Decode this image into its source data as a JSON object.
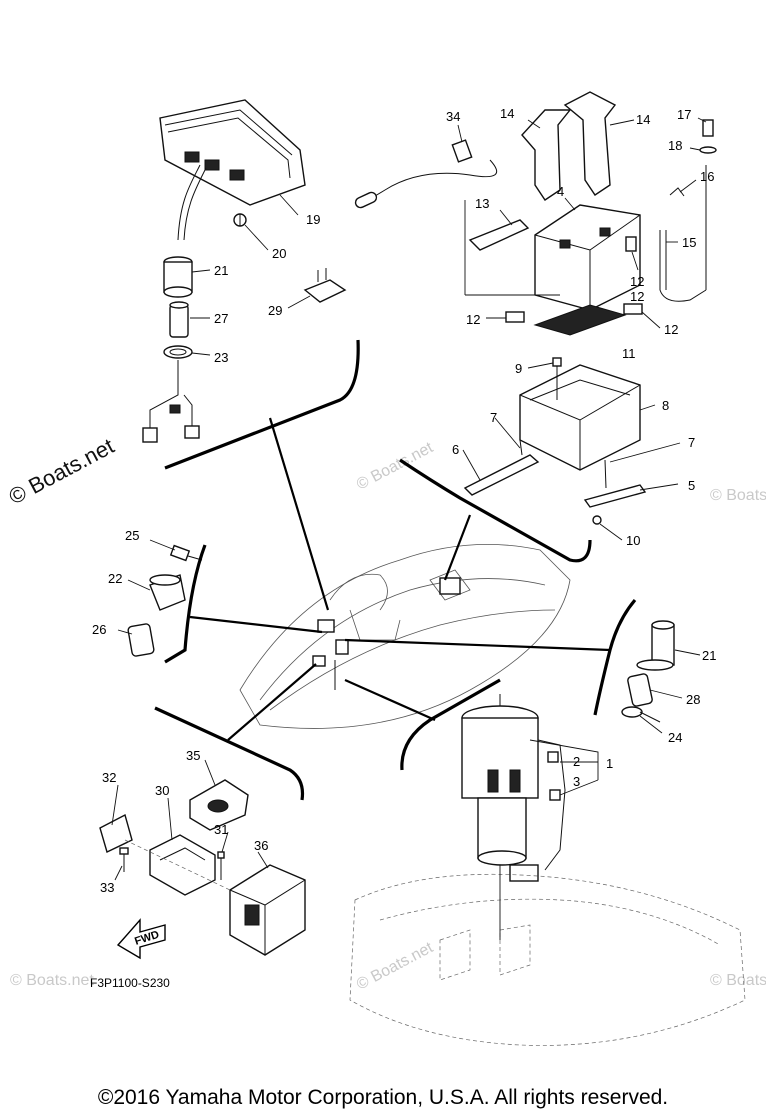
{
  "figure": {
    "code": "F3P1100-S230",
    "copyright": "©2016 Yamaha Motor Corporation, U.S.A. All rights reserved.",
    "watermark": "© Boats.net",
    "fwd_label": "FWD"
  },
  "callouts": {
    "c1": "1",
    "c2": "2",
    "c3": "3",
    "c4": "4",
    "c5": "5",
    "c6": "6",
    "c7a": "7",
    "c7b": "7",
    "c8": "8",
    "c9": "9",
    "c10": "10",
    "c11": "11",
    "c12a": "12",
    "c12b": "12",
    "c12c": "12",
    "c12d": "12",
    "c13": "13",
    "c14a": "14",
    "c14b": "14",
    "c15": "15",
    "c16": "16",
    "c17": "17",
    "c18": "18",
    "c19": "19",
    "c20": "20",
    "c21a": "21",
    "c21b": "21",
    "c22": "22",
    "c23": "23",
    "c24": "24",
    "c25": "25",
    "c26": "26",
    "c27": "27",
    "c28": "28",
    "c29": "29",
    "c30": "30",
    "c31": "31",
    "c32": "32",
    "c33": "33",
    "c34": "34",
    "c35": "35",
    "c36": "36"
  },
  "icons": {
    "meter": "meter-assembly-icon",
    "battery": "battery-icon",
    "fuel_pump": "fuel-pump-icon",
    "watercraft": "watercraft-hull-icon",
    "ecu": "ecu-box-icon",
    "remote": "remote-control-icon"
  }
}
